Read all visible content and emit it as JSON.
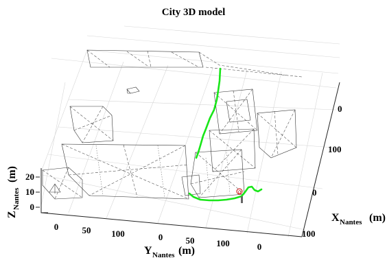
{
  "chart_data": {
    "type": "3d-line",
    "title": "City 3D model",
    "xlabel": {
      "main": "X",
      "sub": "Nantes",
      "unit": "(m)"
    },
    "ylabel": {
      "main": "Y",
      "sub": "Nantes",
      "unit": "(m)"
    },
    "zlabel": {
      "main": "Z",
      "sub": "Nantes",
      "unit": "(m)"
    },
    "x_ticks": [
      "0",
      "100",
      "0",
      "100"
    ],
    "y_ticks": [
      "0",
      "50",
      "100",
      "0",
      "50",
      "100",
      "0"
    ],
    "z_ticks": [
      "20",
      "10",
      "0"
    ],
    "grid": true,
    "series": [
      {
        "color": "#19e619"
      }
    ],
    "annotations": [
      {
        "text": "Ω",
        "color": "#cc0000"
      }
    ]
  }
}
